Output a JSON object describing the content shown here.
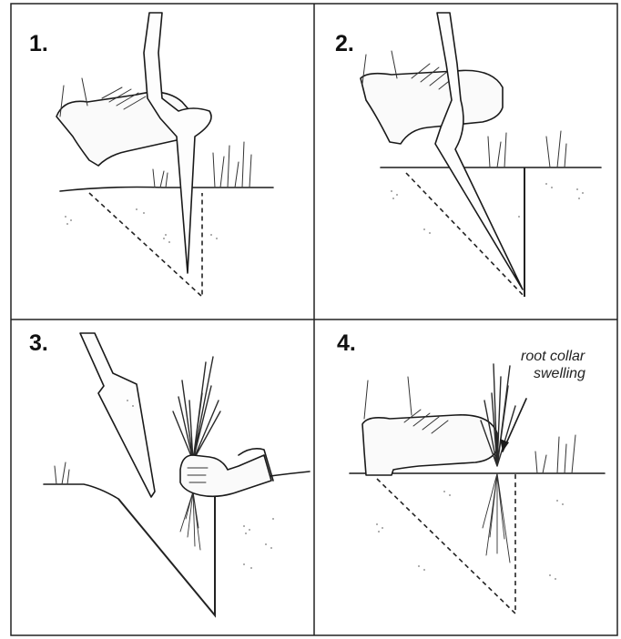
{
  "panels": [
    {
      "number": "1."
    },
    {
      "number": "2."
    },
    {
      "number": "3."
    },
    {
      "number": "4.",
      "annotation": {
        "line1": "root collar",
        "line2": "swelling"
      }
    }
  ]
}
